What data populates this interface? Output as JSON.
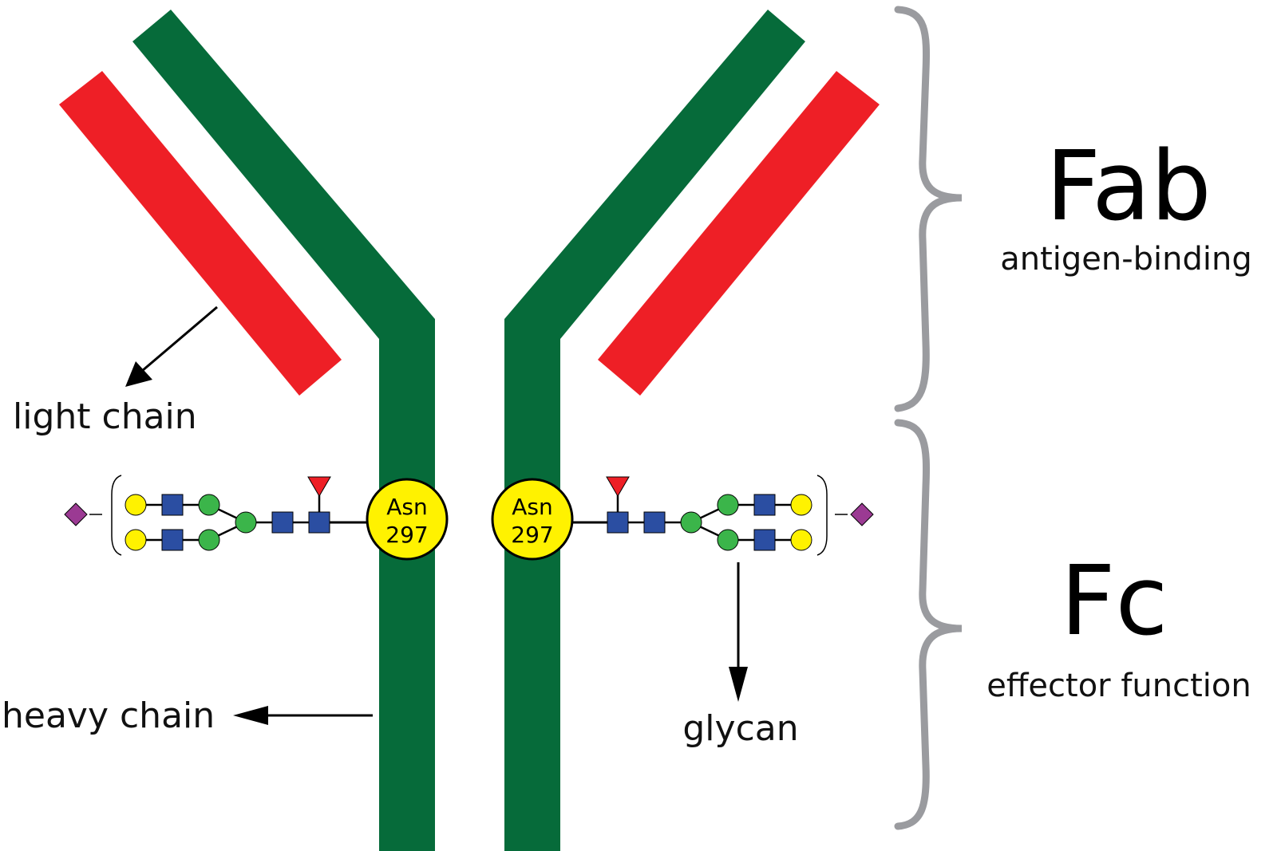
{
  "labels": {
    "light_chain": "light chain",
    "heavy_chain": "heavy chain",
    "glycan": "glycan",
    "fab_title": "Fab",
    "fab_subtitle": "antigen-binding",
    "fc_title": "Fc",
    "fc_subtitle": "effector function"
  },
  "residue": {
    "left": [
      "Asn",
      "297"
    ],
    "right": [
      "Asn",
      "297"
    ]
  },
  "colors": {
    "heavy_chain": "#066b3a",
    "light_chain": "#ee1f26",
    "brace": "#9a9b9f",
    "asn_circle": "#fff200",
    "galactose": "#fff200",
    "glcnac": "#2b4ea2",
    "mannose": "#3bb54a",
    "fucose": "#ee1f26",
    "sialic_acid": "#9b3a93",
    "arrow": "#000000"
  },
  "glycan_symbols": {
    "galactose": "yellow-circle",
    "glcnac": "blue-square",
    "mannose": "green-circle",
    "fucose": "red-triangle",
    "sialic_acid": "purple-diamond"
  }
}
